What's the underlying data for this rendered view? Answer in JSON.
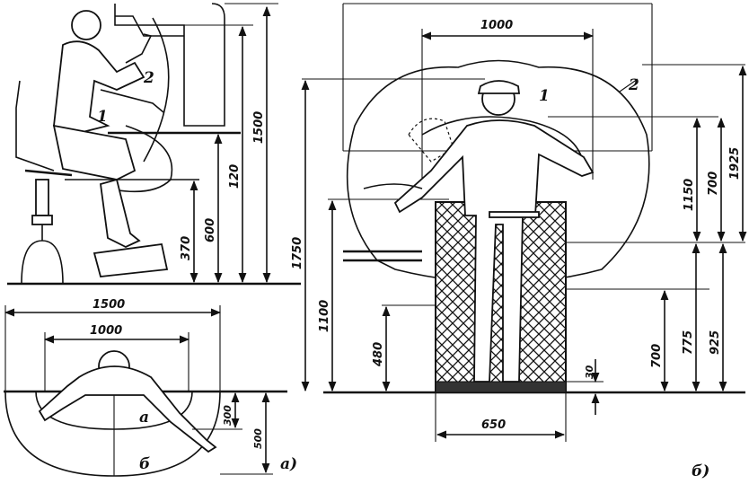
{
  "view_a": {
    "label": "а)",
    "zone_1": "1",
    "zone_2": "2",
    "dim_1500_vertical": "1500",
    "dim_1200": "120",
    "dim_600": "600",
    "dim_370": "370",
    "dim_1500_horizontal": "1500",
    "dim_1000_horizontal": "1000",
    "dim_300": "300",
    "dim_500": "500",
    "zone_a": "а",
    "zone_b": "б"
  },
  "view_b": {
    "label": "б)",
    "zone_1": "1",
    "zone_2": "2",
    "dim_1000_top": "1000",
    "dim_1750": "1750",
    "dim_1100": "1100",
    "dim_480": "480",
    "dim_1150": "1150",
    "dim_700_upper": "700",
    "dim_1925": "1925",
    "dim_700_lower": "700",
    "dim_775": "775",
    "dim_925": "925",
    "dim_30": "30",
    "dim_650": "650"
  }
}
